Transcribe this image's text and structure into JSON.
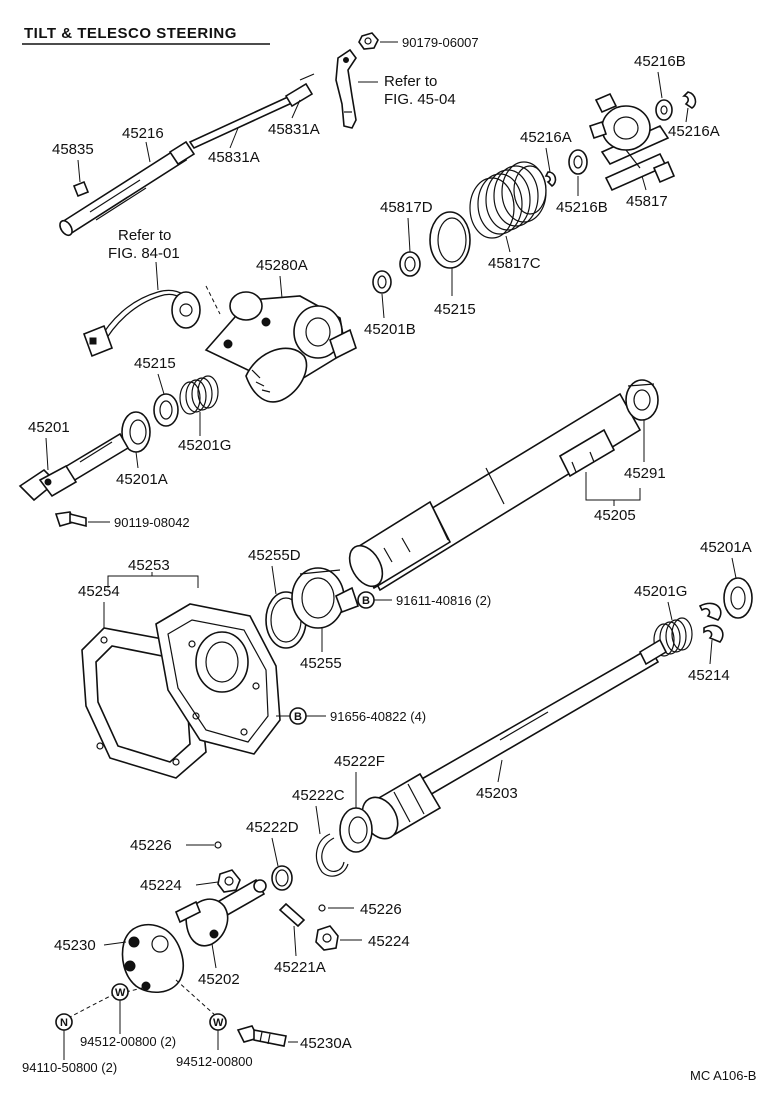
{
  "title": "TILT & TELESCO  STEERING",
  "diagram_code": "MC  A106-B",
  "refs": {
    "fig_45_04": [
      "Refer to",
      "FIG. 45-04"
    ],
    "fig_84_01": [
      "Refer to",
      "FIG. 84-01"
    ]
  },
  "circle_letters": {
    "b": "B",
    "n": "N",
    "w": "W"
  },
  "labels": {
    "p90179_06007": "90179-06007",
    "p45835": "45835",
    "p45216": "45216",
    "p45831A_top": "45831A",
    "p45831A": "45831A",
    "p45216B_top": "45216B",
    "p45216A_left": "45216A",
    "p45216A_right": "45216A",
    "p45216B": "45216B",
    "p45817": "45817",
    "p45817D": "45817D",
    "p45817C": "45817C",
    "p45280A": "45280A",
    "p45215_top": "45215",
    "p45201B": "45201B",
    "p45215": "45215",
    "p45201G": "45201G",
    "p45201": "45201",
    "p45201A": "45201A",
    "p90119_08042": "90119-08042",
    "p45291": "45291",
    "p45205": "45205",
    "p45253": "45253",
    "p45254": "45254",
    "p45255D": "45255D",
    "p91611_40816": "91611-40816 (2)",
    "p45255": "45255",
    "p45201A_right": "45201A",
    "p45201G_right": "45201G",
    "p45214": "45214",
    "p91656_40822": "91656-40822 (4)",
    "p45222F": "45222F",
    "p45222C": "45222C",
    "p45203": "45203",
    "p45222D": "45222D",
    "p45226_left": "45226",
    "p45224_left": "45224",
    "p45226_right": "45226",
    "p45224_right": "45224",
    "p45230": "45230",
    "p45202": "45202",
    "p45221A": "45221A",
    "p94512_00800_2": "94512-00800 (2)",
    "p94110_50800": "94110-50800 (2)",
    "p94512_00800": "94512-00800",
    "p45230A": "45230A"
  }
}
